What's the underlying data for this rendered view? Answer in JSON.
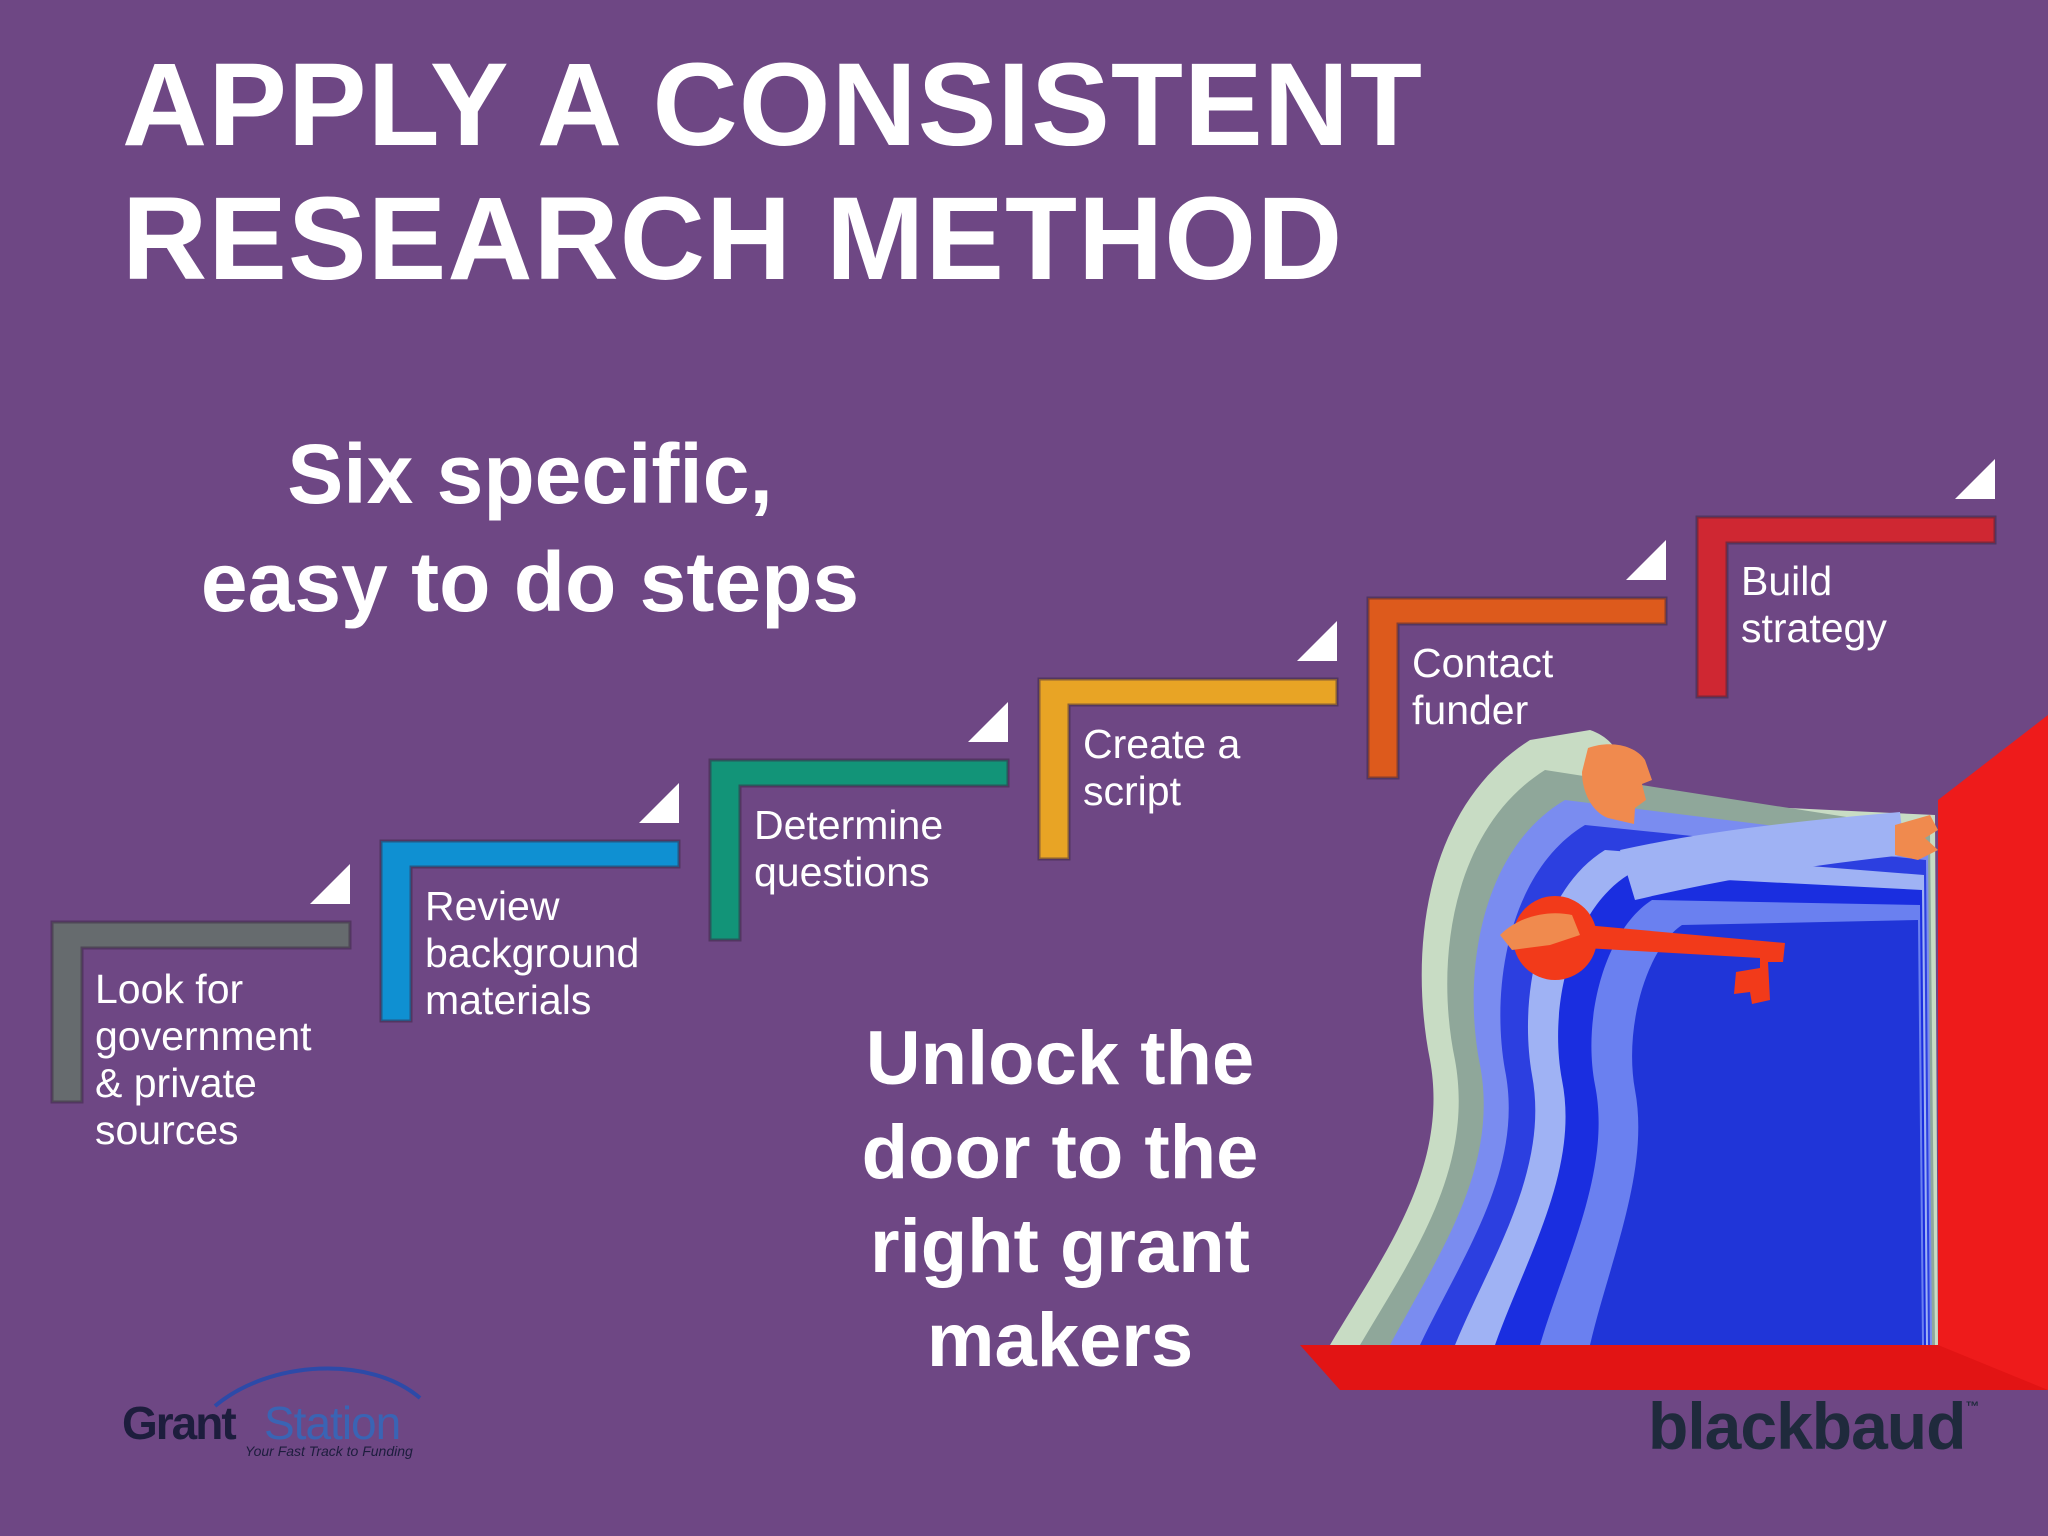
{
  "title": {
    "line1": "APPLY A CONSISTENT",
    "line2": "RESEARCH METHOD"
  },
  "subtitle": {
    "line1": "Six specific,",
    "line2": "easy to do steps"
  },
  "steps": [
    {
      "lines": [
        "Look for",
        "government",
        "& private",
        "sources"
      ],
      "color": "#666b6e"
    },
    {
      "lines": [
        "Review",
        "background",
        "materials"
      ],
      "color": "#0f90d2"
    },
    {
      "lines": [
        "Determine",
        "questions"
      ],
      "color": "#129478"
    },
    {
      "lines": [
        "Create a",
        "script"
      ],
      "color": "#e8a425"
    },
    {
      "lines": [
        "Contact",
        "funder"
      ],
      "color": "#dd5a1c"
    },
    {
      "lines": [
        "Build",
        "strategy"
      ],
      "color": "#cf2732"
    }
  ],
  "callout": {
    "line1": "Unlock the",
    "line2": "door to the",
    "line3": "right grant",
    "line4": "makers"
  },
  "logos": {
    "grantstation_part1": "Grant",
    "grantstation_part2": "Station",
    "grantstation_tagline": "Your Fast Track to Funding",
    "blackbaud": "blackbaud",
    "blackbaud_tm": "™"
  },
  "colors": {
    "background": "#6e4784",
    "door": "#ee1b1b"
  },
  "icons": {
    "step_marker": "triangle-marker-icon",
    "illustration": "figure-unlocking-door-icon"
  }
}
